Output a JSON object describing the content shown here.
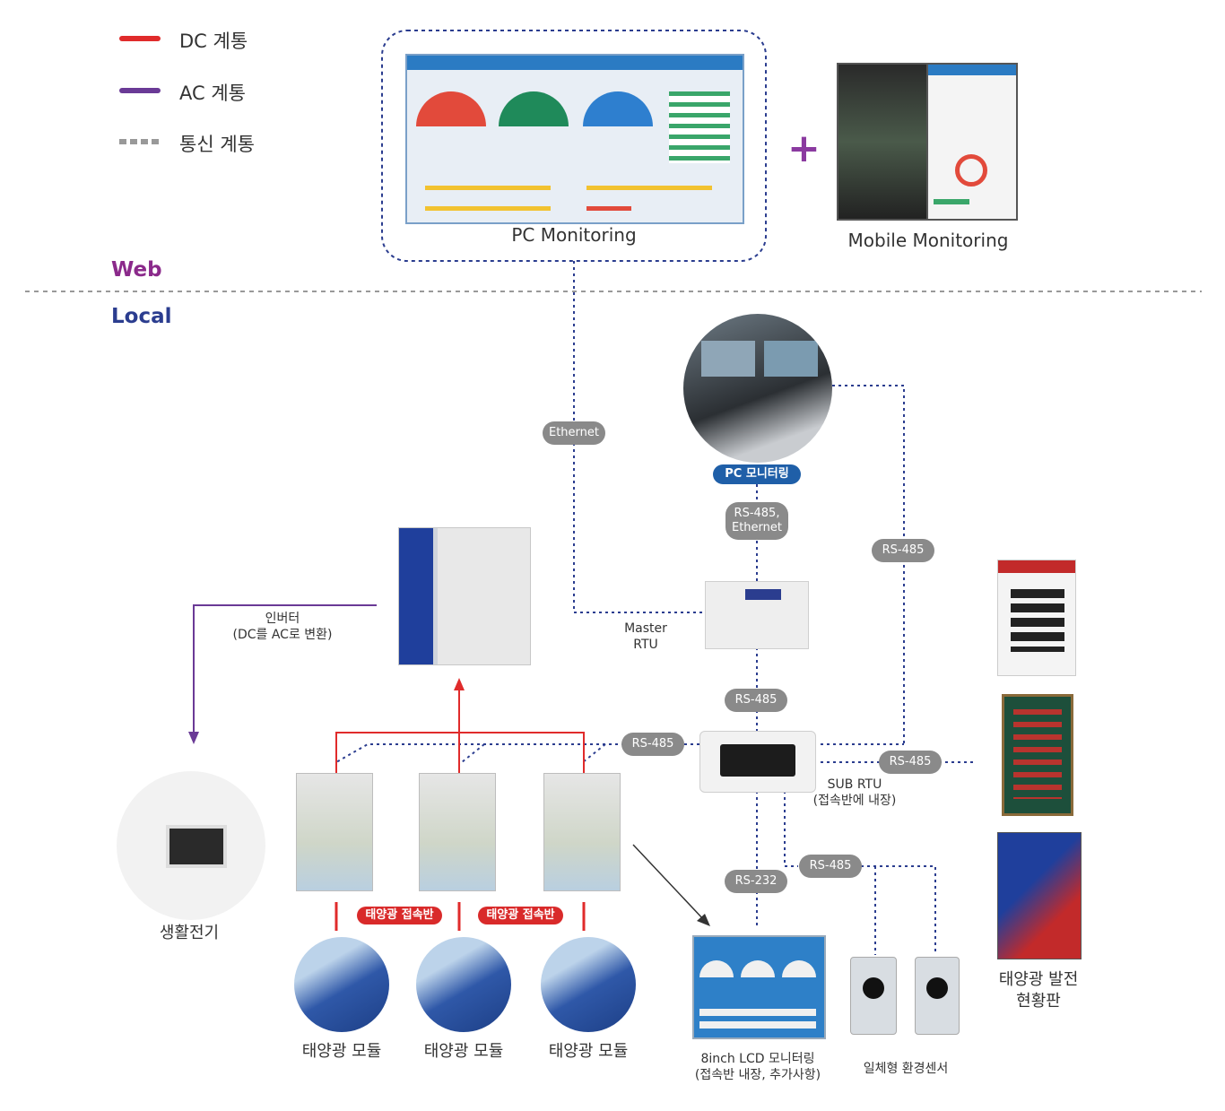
{
  "legend": {
    "dc": {
      "label": "DC 계통",
      "color": "#e02b2b"
    },
    "ac": {
      "label": "AC 계통",
      "color": "#6a3a96"
    },
    "comm": {
      "label": "통신 계통",
      "color": "#999999"
    }
  },
  "zones": {
    "web": "Web",
    "local": "Local"
  },
  "web": {
    "pc_monitoring": "PC Monitoring",
    "mobile_monitoring": "Mobile Monitoring",
    "plus": "+"
  },
  "local": {
    "ethernet_pill": "Ethernet",
    "pc_monitor_pill": "PC 모니터링",
    "rs485_ethernet_pill": {
      "line1": "RS-485,",
      "line2": "Ethernet"
    },
    "rs485_right_pill": "RS-485",
    "master_rtu": {
      "line1": "Master",
      "line2": "RTU"
    },
    "rs485_master_sub_pill": "RS-485",
    "rs485_left_pill": "RS-485",
    "rs485_sub_right_pill": "RS-485",
    "sub_rtu": {
      "line1": "SUB RTU",
      "line2": "(접속반에 내장)"
    },
    "rs485_sensor_pill": "RS-485",
    "rs232_pill": "RS-232",
    "inverter": {
      "line1": "인버터",
      "line2": "(DC를 AC로 변환)"
    },
    "household": "생활전기",
    "junction1": "태양광 접속반",
    "junction2": "태양광 접속반",
    "modules": [
      "태양광 모듈",
      "태양광 모듈",
      "태양광 모듈"
    ],
    "lcd": {
      "line1": "8inch LCD 모니터링",
      "line2": "(접속반 내장, 추가사항)"
    },
    "sensor": "일체형 환경센서",
    "board": {
      "line1": "태양광 발전",
      "line2": "현황판"
    }
  }
}
